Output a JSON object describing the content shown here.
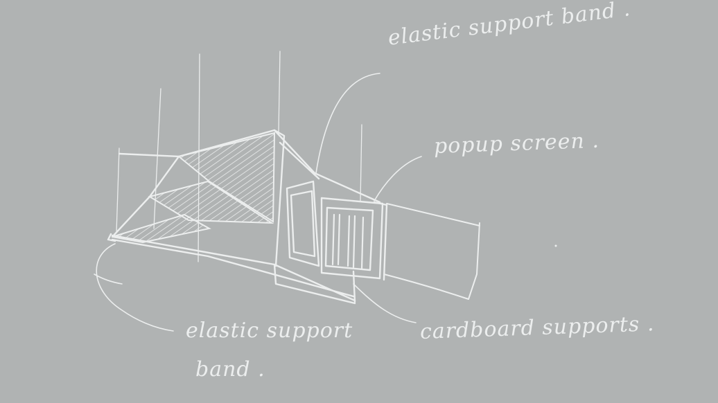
{
  "labels": {
    "top_band": "elastic support band .",
    "popup_screen": "popup screen .",
    "bottom_band_line1": "elastic support",
    "bottom_band_line2": "band .",
    "cardboard": "cardboard supports ."
  },
  "colors": {
    "background": "#b0b3b3",
    "ink": "#eceeee"
  }
}
